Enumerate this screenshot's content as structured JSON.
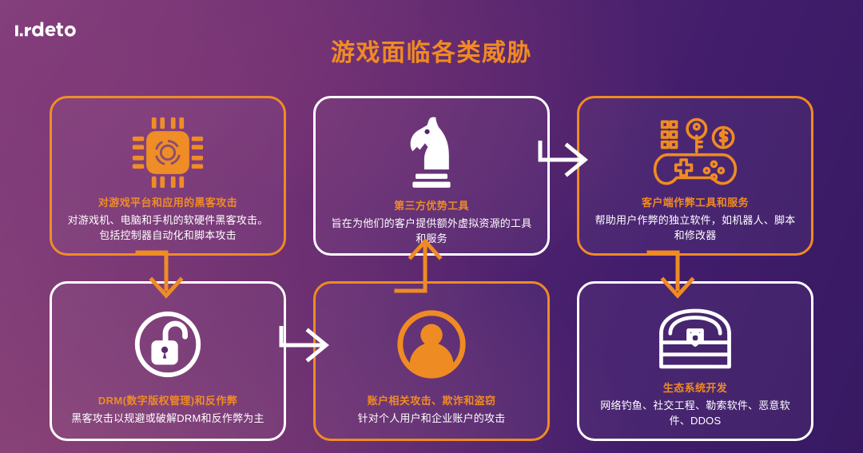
{
  "brand": {
    "logo_text": "irdeto"
  },
  "header": {
    "title": "游戏面临各类威胁"
  },
  "colors": {
    "accent_orange": "#ef8b23",
    "white": "#ffffff",
    "bg_left": "#85407a",
    "bg_right": "#371962"
  },
  "cards": [
    {
      "id": "card-1",
      "icon": "cpu-chip-icon",
      "icon_color": "#ef8b23",
      "border_color": "#ef8b23",
      "title": "对游戏平台和应用的黑客攻击",
      "body": "对游戏机、电脑和手机的软硬件黑客攻击。包括控制器自动化和脚本攻击"
    },
    {
      "id": "card-2",
      "icon": "chess-knight-icon",
      "icon_color": "#ffffff",
      "border_color": "#ffffff",
      "title": "第三方优势工具",
      "body": "旨在为他们的客户提供额外虚拟资源的工具和服务"
    },
    {
      "id": "card-3",
      "icon": "gamepad-cheat-icon",
      "icon_color": "#ef8b23",
      "border_color": "#ef8b23",
      "title": "客户端作弊工具和服务",
      "body": "帮助用户作弊的独立软件，如机器人、脚本和修改器"
    },
    {
      "id": "card-4",
      "icon": "unlocked-padlock-icon",
      "icon_color": "#ffffff",
      "border_color": "#ffffff",
      "title": "DRM(数字版权管理)和反作弊",
      "body": "黑客攻击以规避或破解DRM和反作弊为主"
    },
    {
      "id": "card-5",
      "icon": "user-account-icon",
      "icon_color": "#ef8b23",
      "border_color": "#ef8b23",
      "title": "账户相关攻击、欺诈和盗窃",
      "body": "针对个人用户和企业账户的攻击"
    },
    {
      "id": "card-6",
      "icon": "treasure-chest-icon",
      "icon_color": "#ffffff",
      "border_color": "#ffffff",
      "title": "生态系统开发",
      "body": "网络钓鱼、社交工程、勒索软件、恶意软件、DDOS"
    }
  ],
  "arrows": [
    {
      "id": "arrow-1-4",
      "from": "card-1",
      "to": "card-4",
      "direction": "down",
      "color": "#ef8b23"
    },
    {
      "id": "arrow-4-5",
      "from": "card-4",
      "to": "card-5",
      "direction": "right",
      "color": "#ffffff"
    },
    {
      "id": "arrow-5-2",
      "from": "card-5",
      "to": "card-2",
      "direction": "up",
      "color": "#ef8b23"
    },
    {
      "id": "arrow-2-3",
      "from": "card-2",
      "to": "card-3",
      "direction": "right",
      "color": "#ffffff"
    },
    {
      "id": "arrow-3-6",
      "from": "card-3",
      "to": "card-6",
      "direction": "down",
      "color": "#ef8b23"
    }
  ]
}
